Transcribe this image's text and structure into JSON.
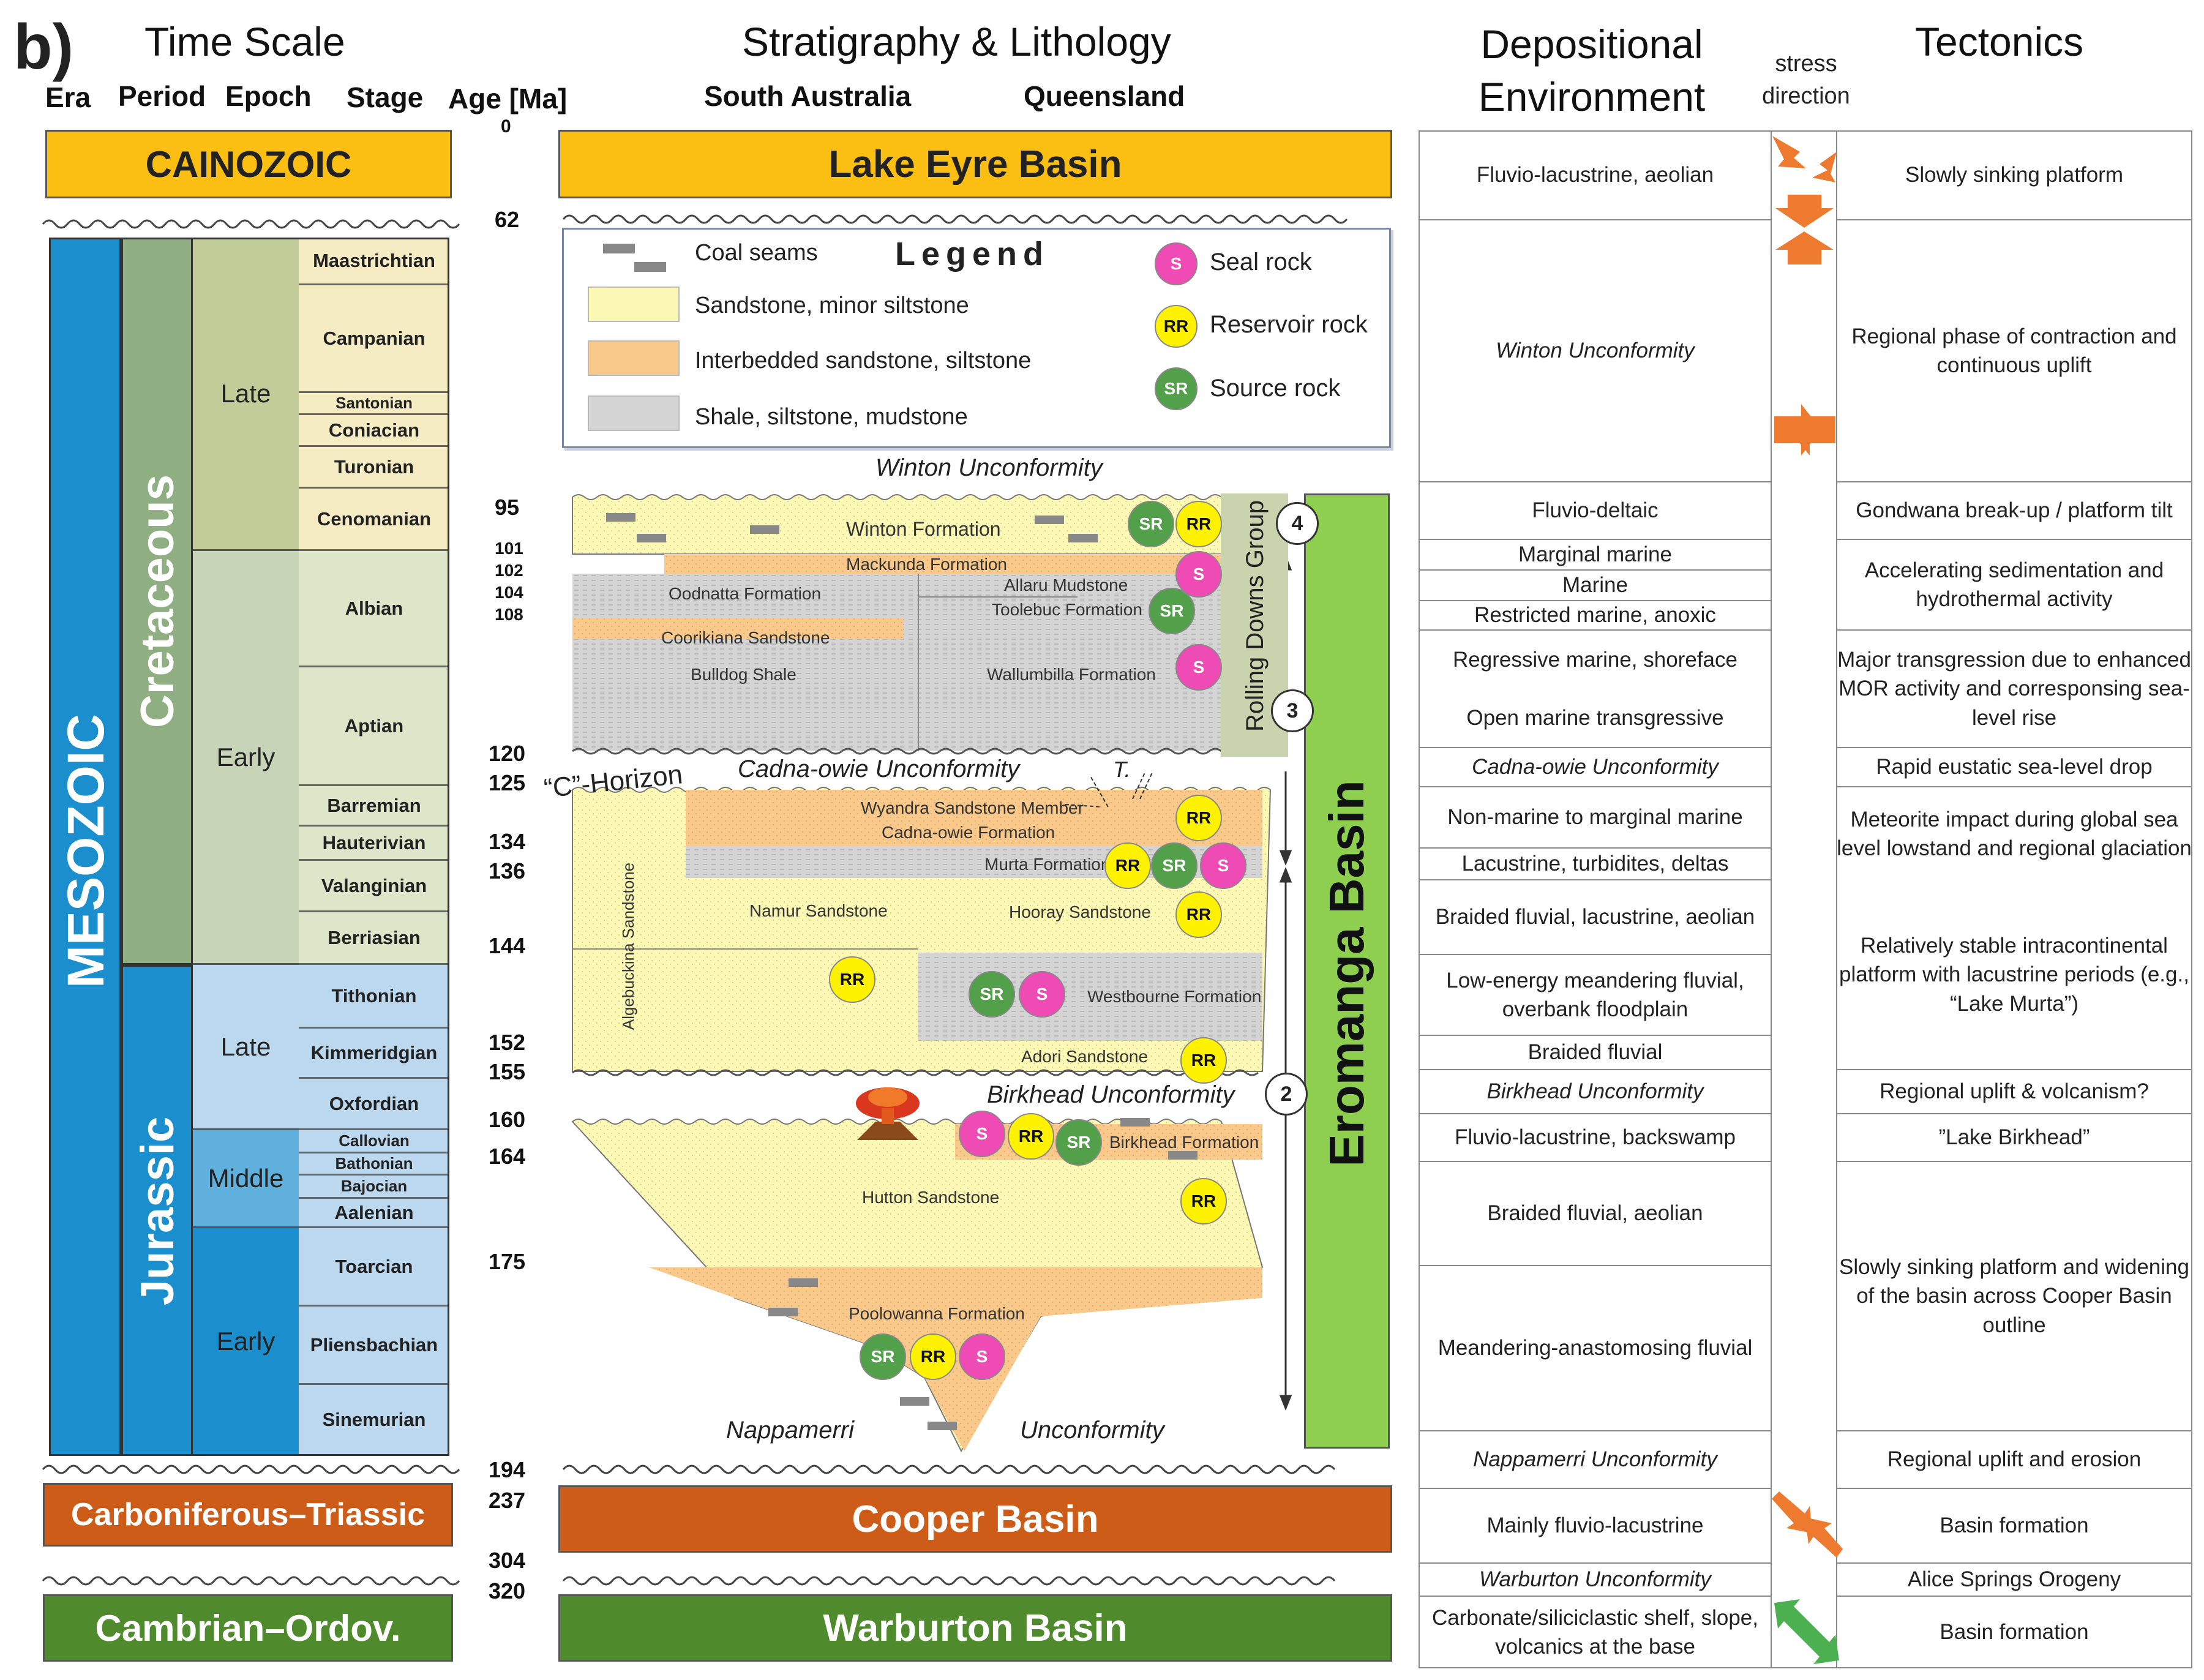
{
  "panel_label": "b)",
  "headers": {
    "time_scale": "Time Scale",
    "era": "Era",
    "period": "Period",
    "epoch": "Epoch",
    "stage": "Stage",
    "age": "Age [Ma]",
    "strat": "Stratigraphy & Lithology",
    "south_australia": "South Australia",
    "queensland": "Queensland",
    "depositional": "Depositional Environment",
    "stress": "stress direction",
    "tectonics": "Tectonics"
  },
  "eras": {
    "cainozoic": "CAINOZOIC",
    "mesozoic": "MESOZOIC",
    "carb_trias": "Carboniferous–Triassic",
    "cambrian": "Cambrian–Ordov."
  },
  "periods": {
    "cretaceous": "Cretaceous",
    "jurassic": "Jurassic"
  },
  "epochs": {
    "k_late": "Late",
    "k_early": "Early",
    "j_late": "Late",
    "j_middle": "Middle",
    "j_early": "Early"
  },
  "stages": [
    "Maastrichtian",
    "Campanian",
    "Santonian",
    "Coniacian",
    "Turonian",
    "Cenomanian",
    "Albian",
    "Aptian",
    "Barremian",
    "Hauterivian",
    "Valanginian",
    "Berriasian",
    "Tithonian",
    "Kimmeridgian",
    "Oxfordian",
    "Callovian",
    "Bathonian",
    "Bajocian",
    "Aalenian",
    "Toarcian",
    "Pliensbachian",
    "Sinemurian"
  ],
  "ages": [
    "0",
    "62",
    "95",
    "101",
    "102",
    "104",
    "108",
    "120",
    "125",
    "134",
    "136",
    "144",
    "152",
    "155",
    "160",
    "164",
    "175",
    "194",
    "237",
    "304",
    "320"
  ],
  "basins": {
    "lake_eyre": "Lake Eyre Basin",
    "cooper": "Cooper Basin",
    "warburton": "Warburton Basin",
    "eromanga": "Eromanga Basin",
    "rolling_downs": "Rolling Downs Group"
  },
  "legend": {
    "title": "Legend",
    "coal": "Coal seams",
    "sandstone": "Sandstone, minor siltstone",
    "interbedded": "Interbedded sandstone, siltstone",
    "shale": "Shale, siltstone, mudstone",
    "seal": "Seal rock",
    "reservoir": "Reservoir rock",
    "source": "Source rock",
    "s": "S",
    "rr": "RR",
    "sr": "SR"
  },
  "unconformities": {
    "winton": "Winton Unconformity",
    "cadna": "Cadna-owie Unconformity",
    "c_horizon": "“C”-Horizon",
    "birkhead": "Birkhead Unconformity",
    "nappamerri": "Nappamerri",
    "unconformity": "Unconformity",
    "t": "T."
  },
  "formations": {
    "winton": "Winton Formation",
    "mackunda": "Mackunda Formation",
    "oodnatta": "Oodnatta Formation",
    "allaru": "Allaru Mudstone",
    "toolebuc": "Toolebuc Formation",
    "coorikiana": "Coorikiana Sandstone",
    "bulldog": "Bulldog Shale",
    "wallumbilla": "Wallumbilla Formation",
    "wyandra": "Wyandra Sandstone Member",
    "cadna": "Cadna-owie Formation",
    "murta": "Murta Formation",
    "namur": "Namur Sandstone",
    "hooray": "Hooray Sandstone",
    "algebuckina": "Algebuckina Sandstone",
    "westbourne": "Westbourne Formation",
    "adori": "Adori Sandstone",
    "birkhead": "Birkhead Formation",
    "hutton": "Hutton Sandstone",
    "poolowanna": "Poolowanna Formation"
  },
  "markers": [
    "4",
    "3",
    "2"
  ],
  "environment": [
    {
      "text": "Fluvio-lacustrine, aeolian"
    },
    {
      "text": "Winton Unconformity",
      "italic": true
    },
    {
      "text": "Fluvio-deltaic"
    },
    {
      "text": "Marginal marine"
    },
    {
      "text": "Marine"
    },
    {
      "text": "Restricted marine, anoxic"
    },
    {
      "text": "Regressive marine, shoreface"
    },
    {
      "text": "Open marine transgressive"
    },
    {
      "text": "Cadna-owie Unconformity",
      "italic": true
    },
    {
      "text": "Non-marine to marginal marine"
    },
    {
      "text": "Lacustrine, turbidites, deltas"
    },
    {
      "text": "Braided fluvial, lacustrine, aeolian"
    },
    {
      "text": "Low-energy meandering fluvial, overbank floodplain"
    },
    {
      "text": "Braided fluvial"
    },
    {
      "text": "Birkhead Unconformity",
      "italic": true
    },
    {
      "text": "Fluvio-lacustrine, backswamp"
    },
    {
      "text": "Braided fluvial, aeolian"
    },
    {
      "text": "Meandering-anastomosing fluvial"
    },
    {
      "text": "Nappamerri Unconformity",
      "italic": true
    },
    {
      "text": "Mainly fluvio-lacustrine"
    },
    {
      "text": "Warburton Unconformity",
      "italic": true
    },
    {
      "text": "Carbonate/siliciclastic shelf, slope, volcanics at the base"
    }
  ],
  "tectonics": [
    {
      "text": "Slowly sinking platform"
    },
    {
      "text": "Regional phase of contraction and continuous uplift"
    },
    {
      "text": "Gondwana break-up / platform tilt"
    },
    {
      "text": "Accelerating sedimentation and hydrothermal activity"
    },
    {
      "text": "Major transgression due to enhanced MOR activity and corresponsing sea-level rise"
    },
    {
      "text": "Rapid eustatic sea-level drop"
    },
    {
      "text": "Meteorite impact during global sea level lowstand and regional glaciation"
    },
    {
      "text": "Relatively stable intracontinental platform with lacustrine periods (e.g., “Lake Murta”)"
    },
    {
      "text": "Regional uplift & volcanism?"
    },
    {
      "text": "”Lake Birkhead”"
    },
    {
      "text": "Slowly sinking platform and widening of the basin across Cooper Basin outline"
    },
    {
      "text": "Regional uplift and erosion"
    },
    {
      "text": "Basin formation"
    },
    {
      "text": "Alice Springs Orogeny"
    },
    {
      "text": "Basin formation"
    }
  ],
  "colors": {
    "cainozoic": "#fbbe12",
    "mesozoic": "#1b8fce",
    "cretaceous": "#8faf82",
    "jurassic": "#1b8fce",
    "carb_trias": "#cd5c18",
    "cambrian": "#4f8a2c",
    "eromanga": "#8ecf4f",
    "sandstone": "#fbf7b4",
    "interbedded": "#f8c98a",
    "shale": "#d4d4d4",
    "arrow": "#ee7a30",
    "arrow_green": "#4caf50"
  }
}
